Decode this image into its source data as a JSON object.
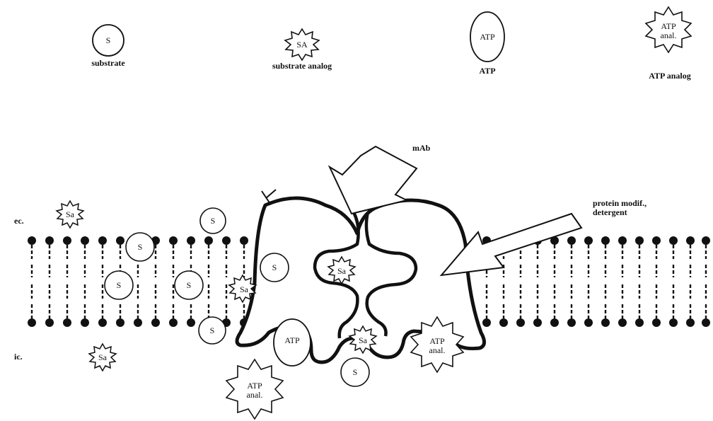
{
  "legend": {
    "substrate_symbol": "S",
    "substrate_label": "substrate",
    "analog_symbol": "SA",
    "analog_label": "substrate analog",
    "atp_symbol": "ATP",
    "atp_label": "ATP",
    "atp_analog_line1": "ATP",
    "atp_analog_line2": "anal.",
    "atp_analog_label": "ATP analog"
  },
  "sides": {
    "extracellular": "ec.",
    "intracellular": "ic."
  },
  "arrows": {
    "antibody": "mAb",
    "modifier_line1": "protein modif.,",
    "modifier_line2": "detergent"
  },
  "molecules": {
    "s": "S",
    "sa": "Sa",
    "atp": "ATP",
    "atp_analog_line1": "ATP",
    "atp_analog_line2": "anal."
  },
  "colors": {
    "ink": "#111111",
    "background": "#ffffff"
  }
}
